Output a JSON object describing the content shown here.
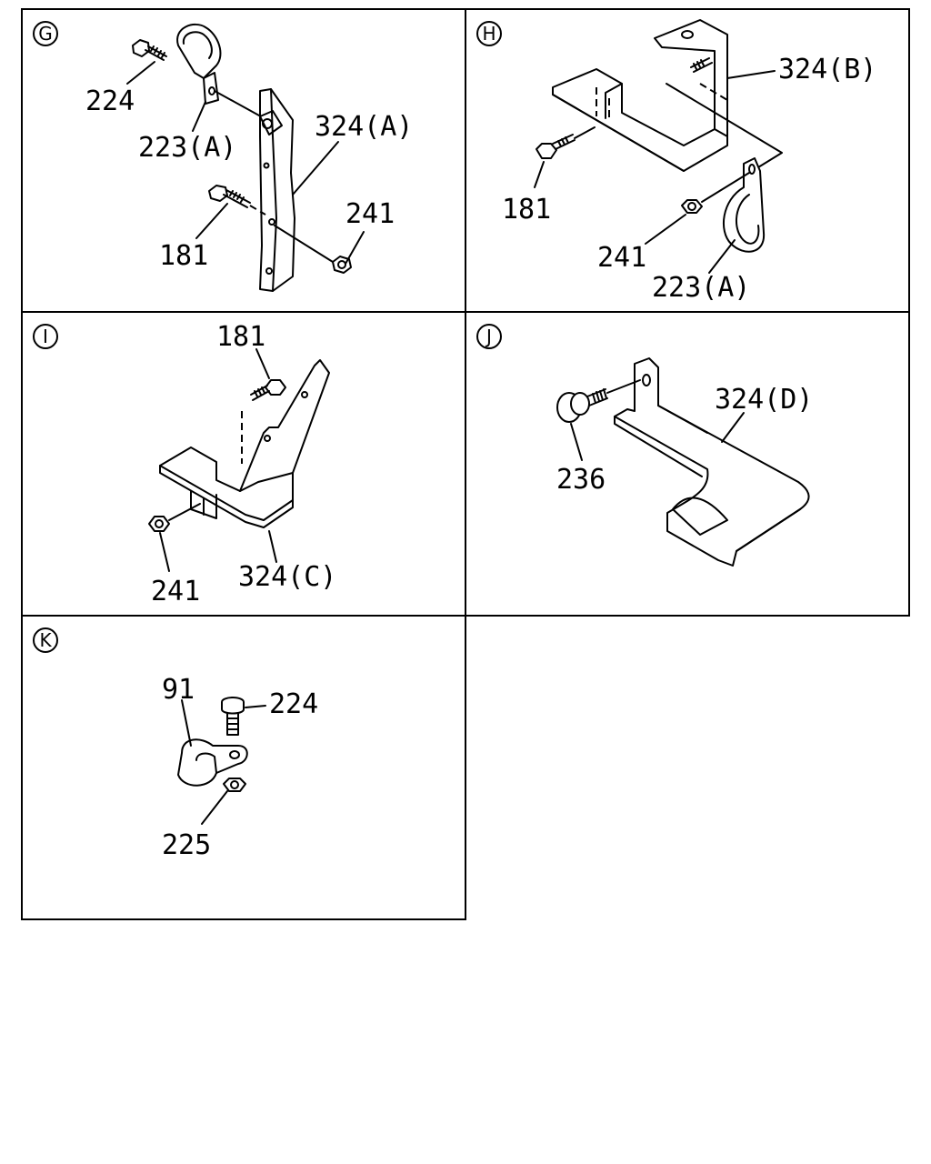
{
  "panels": {
    "g": {
      "letter": "G",
      "labels": {
        "bolt_224": "224",
        "clip_223a": "223(A)",
        "bracket_324a": "324(A)",
        "bolt_181": "181",
        "nut_241": "241"
      }
    },
    "h": {
      "letter": "H",
      "labels": {
        "bracket_324b": "324(B)",
        "bolt_181": "181",
        "nut_241": "241",
        "clip_223a": "223(A)"
      }
    },
    "i": {
      "letter": "I",
      "labels": {
        "bolt_181": "181",
        "nut_241": "241",
        "bracket_324c": "324(C)"
      }
    },
    "j": {
      "letter": "J",
      "labels": {
        "bracket_324d": "324(D)",
        "bolt_236": "236"
      }
    },
    "k": {
      "letter": "K",
      "labels": {
        "clip_91": "91",
        "bolt_224": "224",
        "nut_225": "225"
      }
    }
  }
}
